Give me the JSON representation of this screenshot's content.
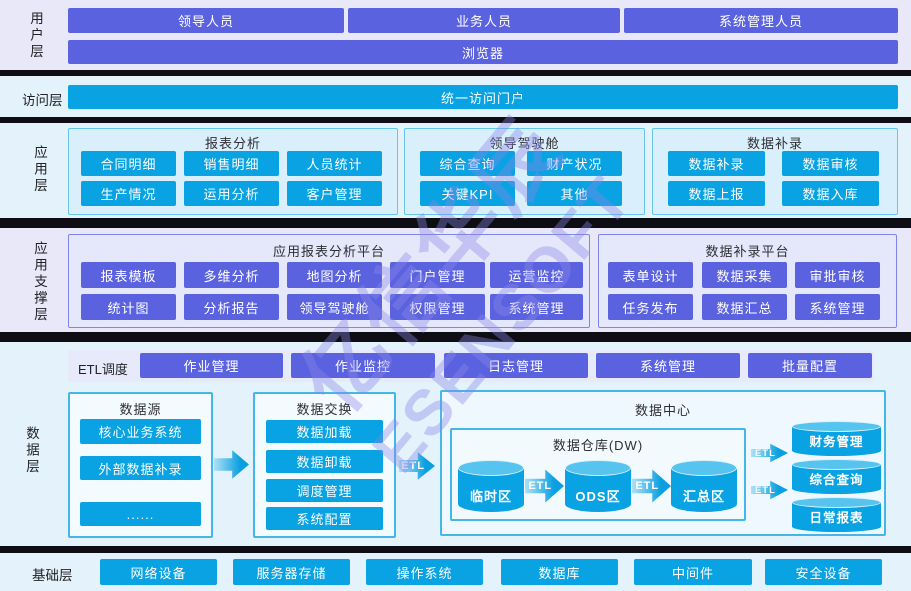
{
  "watermark": {
    "line1": "亿信华辰",
    "line2": "ESENSOFT"
  },
  "colors": {
    "accent_purple": "#5a62e0",
    "accent_blue": "#09a2e2",
    "band_lavender": "#e8e8f9",
    "band_blue": "#e3f2fb",
    "separator": "#0d0d13"
  },
  "layers": {
    "user": {
      "label": "用户层",
      "roles": [
        "领导人员",
        "业务人员",
        "系统管理人员"
      ],
      "browser": "浏览器"
    },
    "access": {
      "label": "访问层",
      "portal": "统一访问门户"
    },
    "app": {
      "label": "应用层",
      "groups": [
        {
          "title": "报表分析",
          "items": [
            "合同明细",
            "销售明细",
            "人员统计",
            "生产情况",
            "运用分析",
            "客户管理"
          ]
        },
        {
          "title": "领导驾驶舱",
          "items": [
            "综合查询",
            "财产状况",
            "关键KPI",
            "其他"
          ]
        },
        {
          "title": "数据补录",
          "items": [
            "数据补录",
            "数据审核",
            "数据上报",
            "数据入库"
          ]
        }
      ]
    },
    "support": {
      "label": "应用支撑层",
      "groups": [
        {
          "title": "应用报表分析平台",
          "items": [
            "报表模板",
            "多维分析",
            "地图分析",
            "门户管理",
            "运营监控",
            "统计图",
            "分析报告",
            "领导驾驶舱",
            "权限管理",
            "系统管理"
          ]
        },
        {
          "title": "数据补录平台",
          "items": [
            "表单设计",
            "数据采集",
            "审批审核",
            "任务发布",
            "数据汇总",
            "系统管理"
          ]
        }
      ]
    },
    "data": {
      "label": "数据层",
      "etl_schedule": {
        "label": "ETL调度",
        "items": [
          "作业管理",
          "作业监控",
          "日志管理",
          "系统管理",
          "批量配置"
        ]
      },
      "source": {
        "title": "数据源",
        "items": [
          "核心业务系统",
          "外部数据补录",
          "......"
        ]
      },
      "exchange": {
        "title": "数据交换",
        "items": [
          "数据加载",
          "数据卸载",
          "调度管理",
          "系统配置"
        ]
      },
      "etl_arrow_label": "ETL",
      "center": {
        "title": "数据中心",
        "warehouse": {
          "title": "数据仓库(DW)",
          "stages": [
            "临时区",
            "ODS区",
            "汇总区"
          ],
          "arrow_label": "ETL"
        },
        "output_arrow_label": "ETL",
        "outputs": [
          "财务管理",
          "综合查询",
          "日常报表"
        ]
      }
    },
    "base": {
      "label": "基础层",
      "items": [
        "网络设备",
        "服务器存储",
        "操作系统",
        "数据库",
        "中间件",
        "安全设备"
      ]
    }
  }
}
